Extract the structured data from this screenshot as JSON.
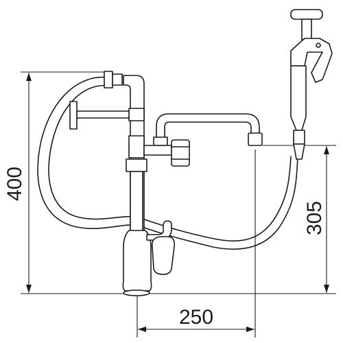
{
  "dimensions": {
    "height_total": "400",
    "spout_height": "305",
    "reach": "250"
  },
  "colors": {
    "line": "#1a1a1a",
    "background": "#ffffff"
  }
}
